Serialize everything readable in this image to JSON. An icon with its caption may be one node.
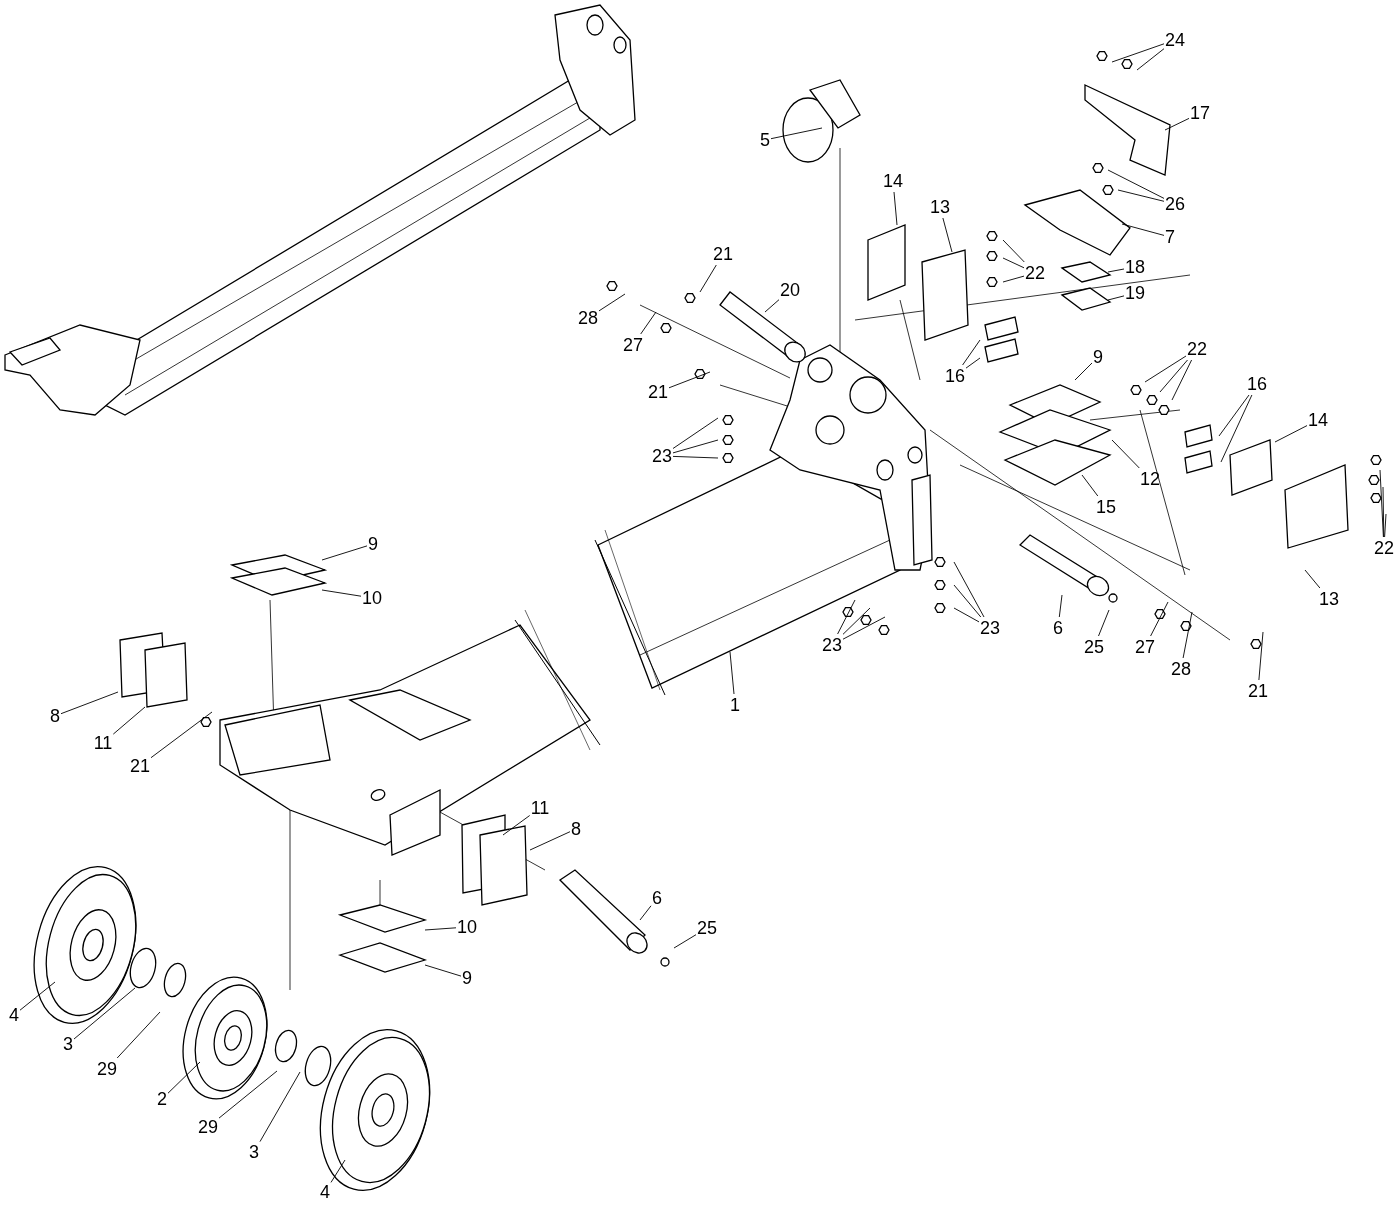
{
  "diagram": {
    "nodes": [
      {
        "text": [
          "24"
        ]
      },
      {
        "text": [
          "17"
        ]
      },
      {
        "text": [
          "5"
        ]
      },
      {
        "text": [
          "14"
        ]
      },
      {
        "text": [
          "26"
        ]
      },
      {
        "text": [
          "13"
        ]
      },
      {
        "text": [
          "7"
        ]
      },
      {
        "text": [
          "21"
        ]
      },
      {
        "text": [
          "18"
        ]
      },
      {
        "text": [
          "22"
        ]
      },
      {
        "text": [
          "20"
        ]
      },
      {
        "text": [
          "19"
        ]
      },
      {
        "text": [
          "28"
        ]
      },
      {
        "text": [
          "27"
        ]
      },
      {
        "text": [
          "22"
        ]
      },
      {
        "text": [
          "9"
        ]
      },
      {
        "text": [
          "16"
        ]
      },
      {
        "text": [
          "16"
        ]
      },
      {
        "text": [
          "21"
        ]
      },
      {
        "text": [
          "14"
        ]
      },
      {
        "text": [
          "23"
        ]
      },
      {
        "text": [
          "12"
        ]
      },
      {
        "text": [
          "15"
        ]
      },
      {
        "text": [
          "9"
        ]
      },
      {
        "text": [
          "22"
        ]
      },
      {
        "text": [
          "10"
        ]
      },
      {
        "text": [
          "13"
        ]
      },
      {
        "text": [
          "6"
        ]
      },
      {
        "text": [
          "23"
        ]
      },
      {
        "text": [
          "23"
        ]
      },
      {
        "text": [
          "25"
        ]
      },
      {
        "text": [
          "27"
        ]
      },
      {
        "text": [
          "28"
        ]
      },
      {
        "text": [
          "21"
        ]
      },
      {
        "text": [
          "1"
        ]
      },
      {
        "text": [
          "8"
        ]
      },
      {
        "text": [
          "11"
        ]
      },
      {
        "text": [
          "21"
        ]
      },
      {
        "text": [
          "11"
        ]
      },
      {
        "text": [
          "8"
        ]
      },
      {
        "text": [
          "6"
        ]
      },
      {
        "text": [
          "10"
        ]
      },
      {
        "text": [
          "25"
        ]
      },
      {
        "text": [
          "9"
        ]
      },
      {
        "text": [
          "4"
        ]
      },
      {
        "text": [
          "3"
        ]
      },
      {
        "text": [
          "29"
        ]
      },
      {
        "text": [
          "2"
        ]
      },
      {
        "text": [
          "29"
        ]
      },
      {
        "text": [
          "3"
        ]
      },
      {
        "text": [
          "4"
        ]
      }
    ],
    "edges": [
      {
        "from": 0,
        "to": null,
        "arrow": "none"
      },
      {
        "from": 0,
        "to": null,
        "arrow": "none"
      },
      {
        "from": 1,
        "to": null,
        "arrow": "none"
      },
      {
        "from": 2,
        "to": null,
        "arrow": "none"
      },
      {
        "from": 3,
        "to": null,
        "arrow": "none"
      },
      {
        "from": 4,
        "to": null,
        "arrow": "none"
      },
      {
        "from": 4,
        "to": null,
        "arrow": "none"
      },
      {
        "from": 5,
        "to": null,
        "arrow": "none"
      },
      {
        "from": 6,
        "to": null,
        "arrow": "none"
      },
      {
        "from": 7,
        "to": null,
        "arrow": "none"
      },
      {
        "from": 9,
        "to": null,
        "arrow": "none"
      },
      {
        "from": 9,
        "to": null,
        "arrow": "none"
      },
      {
        "from": 9,
        "to": null,
        "arrow": "none"
      },
      {
        "from": 8,
        "to": null,
        "arrow": "none"
      },
      {
        "from": 10,
        "to": null,
        "arrow": "none"
      },
      {
        "from": 11,
        "to": null,
        "arrow": "none"
      },
      {
        "from": 12,
        "to": null,
        "arrow": "none"
      },
      {
        "from": 13,
        "to": null,
        "arrow": "none"
      },
      {
        "from": 14,
        "to": null,
        "arrow": "none"
      },
      {
        "from": 14,
        "to": null,
        "arrow": "none"
      },
      {
        "from": 14,
        "to": null,
        "arrow": "none"
      },
      {
        "from": 15,
        "to": null,
        "arrow": "none"
      },
      {
        "from": 16,
        "to": null,
        "arrow": "none"
      },
      {
        "from": 16,
        "to": null,
        "arrow": "none"
      },
      {
        "from": 17,
        "to": null,
        "arrow": "none"
      },
      {
        "from": 17,
        "to": null,
        "arrow": "none"
      },
      {
        "from": 18,
        "to": null,
        "arrow": "none"
      },
      {
        "from": 19,
        "to": null,
        "arrow": "none"
      },
      {
        "from": 20,
        "to": null,
        "arrow": "none"
      },
      {
        "from": 20,
        "to": null,
        "arrow": "none"
      },
      {
        "from": 20,
        "to": null,
        "arrow": "none"
      },
      {
        "from": 21,
        "to": null,
        "arrow": "none"
      },
      {
        "from": 22,
        "to": null,
        "arrow": "none"
      },
      {
        "from": 23,
        "to": null,
        "arrow": "none"
      },
      {
        "from": 24,
        "to": null,
        "arrow": "none"
      },
      {
        "from": 24,
        "to": null,
        "arrow": "none"
      },
      {
        "from": 24,
        "to": null,
        "arrow": "none"
      },
      {
        "from": 25,
        "to": null,
        "arrow": "none"
      },
      {
        "from": 26,
        "to": null,
        "arrow": "none"
      },
      {
        "from": 27,
        "to": null,
        "arrow": "none"
      },
      {
        "from": 28,
        "to": null,
        "arrow": "none"
      },
      {
        "from": 28,
        "to": null,
        "arrow": "none"
      },
      {
        "from": 28,
        "to": null,
        "arrow": "none"
      },
      {
        "from": 29,
        "to": null,
        "arrow": "none"
      },
      {
        "from": 29,
        "to": null,
        "arrow": "none"
      },
      {
        "from": 29,
        "to": null,
        "arrow": "none"
      },
      {
        "from": 30,
        "to": null,
        "arrow": "none"
      },
      {
        "from": 31,
        "to": null,
        "arrow": "none"
      },
      {
        "from": 32,
        "to": null,
        "arrow": "none"
      },
      {
        "from": 33,
        "to": null,
        "arrow": "none"
      },
      {
        "from": 34,
        "to": null,
        "arrow": "none"
      },
      {
        "from": 35,
        "to": null,
        "arrow": "none"
      },
      {
        "from": 36,
        "to": null,
        "arrow": "none"
      },
      {
        "from": 37,
        "to": null,
        "arrow": "none"
      },
      {
        "from": 38,
        "to": null,
        "arrow": "none"
      },
      {
        "from": 39,
        "to": null,
        "arrow": "none"
      },
      {
        "from": 40,
        "to": null,
        "arrow": "none"
      },
      {
        "from": 41,
        "to": null,
        "arrow": "none"
      },
      {
        "from": 42,
        "to": null,
        "arrow": "none"
      },
      {
        "from": 43,
        "to": null,
        "arrow": "none"
      },
      {
        "from": 44,
        "to": null,
        "arrow": "none"
      },
      {
        "from": 45,
        "to": null,
        "arrow": "none"
      },
      {
        "from": 46,
        "to": null,
        "arrow": "none"
      },
      {
        "from": 47,
        "to": null,
        "arrow": "none"
      },
      {
        "from": 48,
        "to": null,
        "arrow": "none"
      },
      {
        "from": 49,
        "to": null,
        "arrow": "none"
      },
      {
        "from": 50,
        "to": null,
        "arrow": "none"
      }
    ]
  }
}
